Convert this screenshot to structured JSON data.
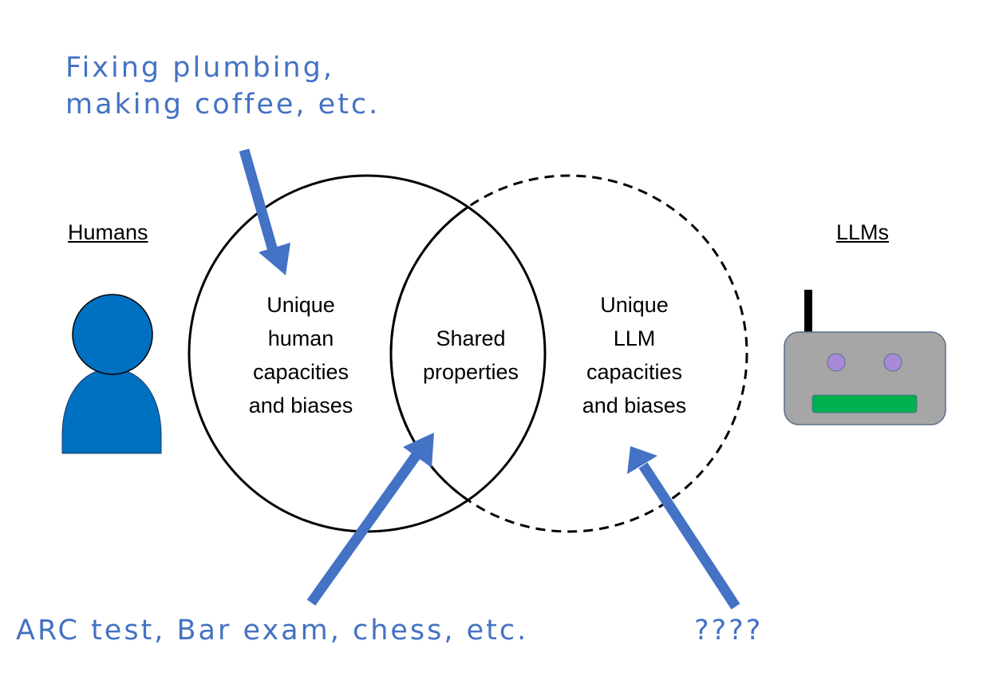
{
  "annotations": {
    "top_line1": "Fixing plumbing,",
    "top_line2": "making coffee, etc.",
    "bottom_left": "ARC test, Bar exam, chess, etc.",
    "bottom_right": "????"
  },
  "labels": {
    "humans": "Humans",
    "llms": "LLMs"
  },
  "regions": {
    "human_unique": [
      "Unique",
      "human",
      "capacities",
      "and biases"
    ],
    "shared": [
      "Shared",
      "properties"
    ],
    "llm_unique": [
      "Unique",
      "LLM",
      "capacities",
      "and biases"
    ]
  },
  "colors": {
    "arrow": "#4472C4",
    "person": "#0070C0",
    "robot_body": "#A6A6A6",
    "robot_eyes": "#A98AD8",
    "robot_mouth": "#00B050"
  }
}
